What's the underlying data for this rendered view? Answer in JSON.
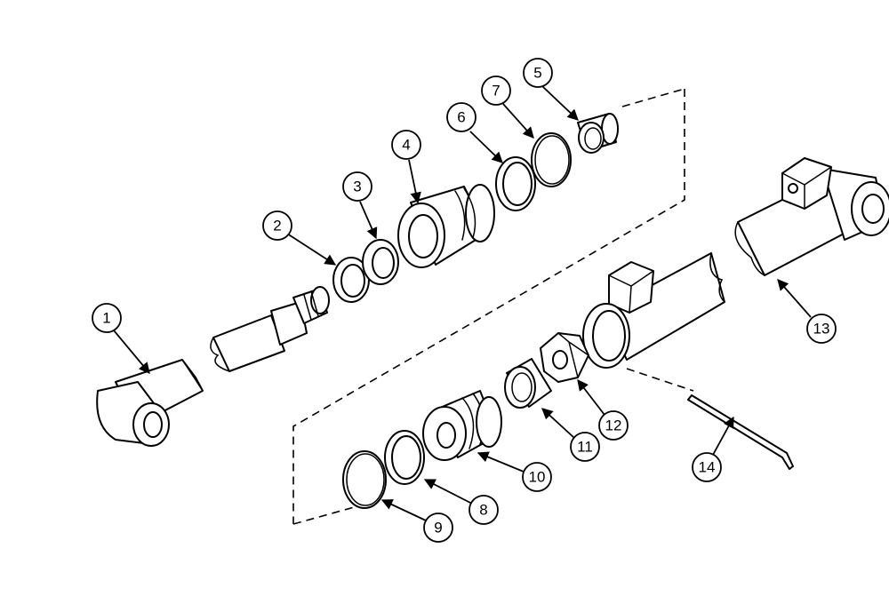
{
  "diagram": {
    "type": "exploded-parts-view",
    "callouts": [
      {
        "label": "1"
      },
      {
        "label": "2"
      },
      {
        "label": "3"
      },
      {
        "label": "4"
      },
      {
        "label": "5"
      },
      {
        "label": "6"
      },
      {
        "label": "7"
      },
      {
        "label": "8"
      },
      {
        "label": "9"
      },
      {
        "label": "10"
      },
      {
        "label": "11"
      },
      {
        "label": "12"
      },
      {
        "label": "13"
      },
      {
        "label": "14"
      }
    ]
  }
}
